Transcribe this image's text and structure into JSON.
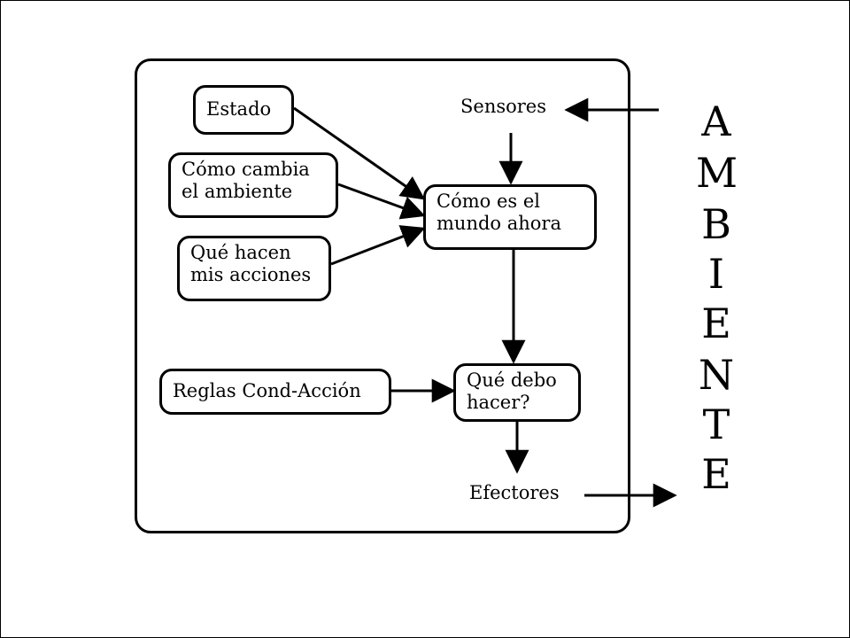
{
  "diagram": {
    "nodes": {
      "estado": "Estado",
      "como_cambia": "Cómo cambia\nel ambiente",
      "que_hacen": "Qué hacen\nmis acciones",
      "reglas": "Reglas Cond-Acción",
      "como_es": "Cómo es el\nmundo ahora",
      "que_debo": "Qué debo\nhacer?"
    },
    "labels": {
      "sensores": "Sensores",
      "efectores": "Efectores"
    },
    "environment_letters": [
      "A",
      "M",
      "B",
      "I",
      "E",
      "N",
      "T",
      "E"
    ]
  }
}
